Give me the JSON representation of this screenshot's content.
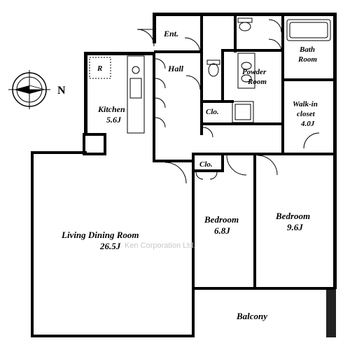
{
  "rooms": {
    "entrance": "Ent.",
    "hall": "Hall",
    "bath_line1": "Bath",
    "bath_line2": "Room",
    "powder_line1": "Powder",
    "powder_line2": "Room",
    "walkin_line1": "Walk-in",
    "walkin_line2": "closet",
    "walkin_size": "4.0J",
    "kitchen": "Kitchen",
    "kitchen_size": "5.6J",
    "closet_1": "Clo.",
    "closet_2": "Clo.",
    "living": "Living Dining Room",
    "living_size": "26.5J",
    "bedroom_1": "Bedroom",
    "bedroom_1_size": "6.8J",
    "bedroom_2": "Bedroom",
    "bedroom_2_size": "9.6J",
    "balcony": "Balcony",
    "fridge_mark": "R"
  },
  "compass": {
    "north": "N"
  },
  "watermark": "Ken Corporation Ltd."
}
